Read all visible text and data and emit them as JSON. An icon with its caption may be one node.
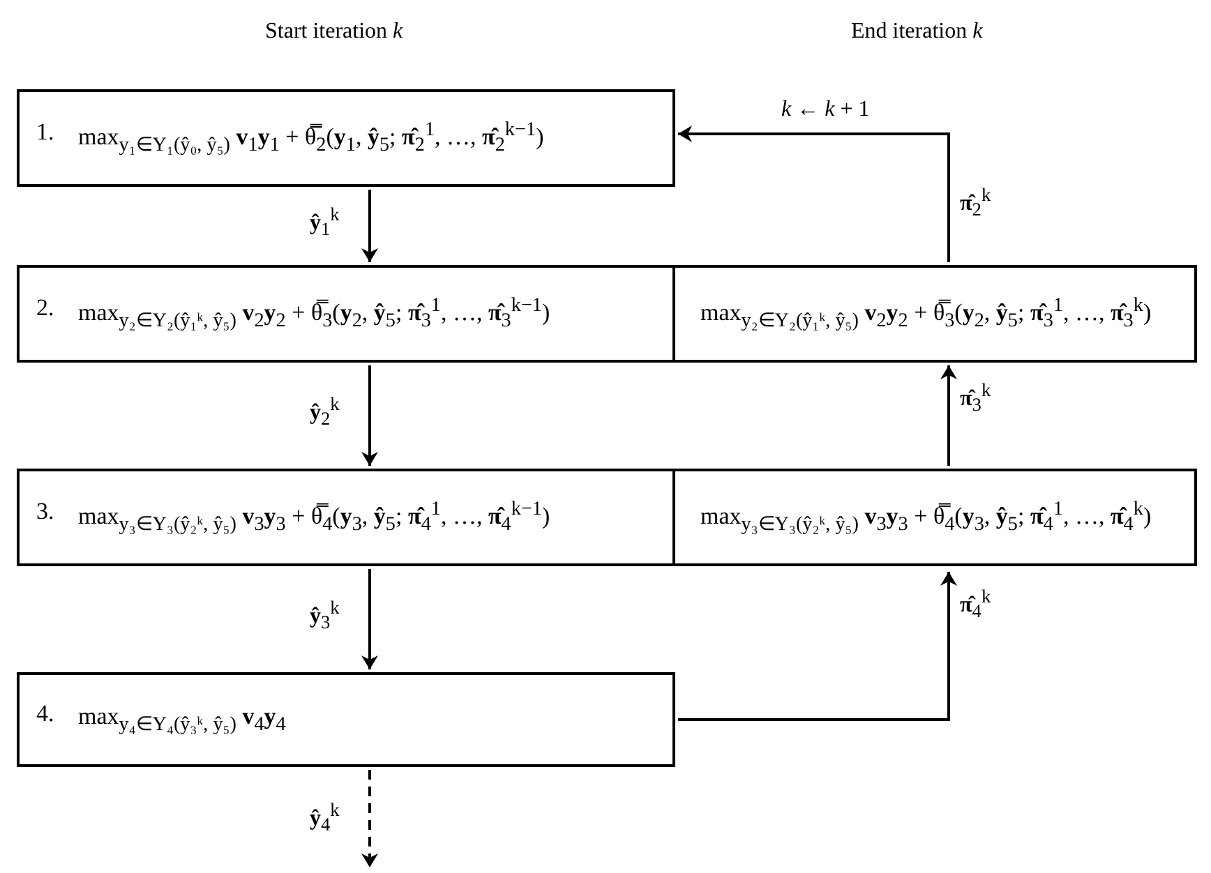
{
  "diagram": {
    "nodes": [
      {
        "text": [
          "1.",
          "max$_{y₁∈Y₁(ŷ₀, ŷ₅)}$ **v**$_{1}$**y**$_{1}$ + θ̿$_{2}$(**y**$_{1}$, **ŷ**$_{5}$; **π̂**$_{2}$$^{1}$, …, **π̂**$_{2}$$^{k−1}$)"
        ]
      },
      {
        "text": [
          "2.",
          "max$_{y₂∈Y₂(ŷ₁ᵏ, ŷ₅)}$ **v**$_{2}$**y**$_{2}$ + θ̿$_{3}$(**y**$_{2}$, **ŷ**$_{5}$; **π̂**$_{3}$$^{1}$, …, **π̂**$_{3}$$^{k−1}$)"
        ]
      },
      {
        "text": [
          "max$_{y₂∈Y₂(ŷ₁ᵏ, ŷ₅)}$ **v**$_{2}$**y**$_{2}$ + θ̿$_{3}$(**y**$_{2}$, **ŷ**$_{5}$; **π̂**$_{3}$$^{1}$, …, **π̂**$_{3}$$^{k}$)"
        ]
      },
      {
        "text": [
          "3.",
          "max$_{y₃∈Y₃(ŷ₂ᵏ, ŷ₅)}$ **v**$_{3}$**y**$_{3}$ + θ̿$_{4}$(**y**$_{3}$, **ŷ**$_{5}$; **π̂**$_{4}$$^{1}$, …, **π̂**$_{4}$$^{k−1}$)"
        ]
      },
      {
        "text": [
          "max$_{y₃∈Y₃(ŷ₂ᵏ, ŷ₅)}$ **v**$_{3}$**y**$_{3}$ + θ̿$_{4}$(**y**$_{3}$, **ŷ**$_{5}$; **π̂**$_{4}$$^{1}$, …, **π̂**$_{4}$$^{k}$)"
        ]
      },
      {
        "text": [
          "4.",
          "max$_{y₄∈Y₄(ŷ₃ᵏ, ŷ₅)}$ **v**$_{4}$**y**$_{4}$"
        ]
      }
    ],
    "edges": [
      {
        "from": 0,
        "to": 1,
        "arrow": "to",
        "label": "**ŷ**$_{1}$$^{k}$"
      },
      {
        "from": 1,
        "to": 3,
        "arrow": "to",
        "label": "**ŷ**$_{2}$$^{k}$"
      },
      {
        "from": 3,
        "to": 5,
        "arrow": "to",
        "label": "**ŷ**$_{3}$$^{k}$"
      },
      {
        "from": 5,
        "to": null,
        "arrow": "to",
        "style": "dashed",
        "label": "**ŷ**$_{4}$$^{k}$"
      },
      {
        "from": 5,
        "to": 4,
        "arrow": "to",
        "label": "**π̂**$_{4}$$^{k}$"
      },
      {
        "from": 4,
        "to": 2,
        "arrow": "to",
        "label": "**π̂**$_{3}$$^{k}$"
      },
      {
        "from": 2,
        "to": 0,
        "arrow": "to",
        "label": "**π̂**$_{2}$$^{k}$"
      }
    ],
    "labels": [
      "Start iteration *k*",
      "End iteration *k*",
      "*k* ← *k* + 1"
    ]
  }
}
